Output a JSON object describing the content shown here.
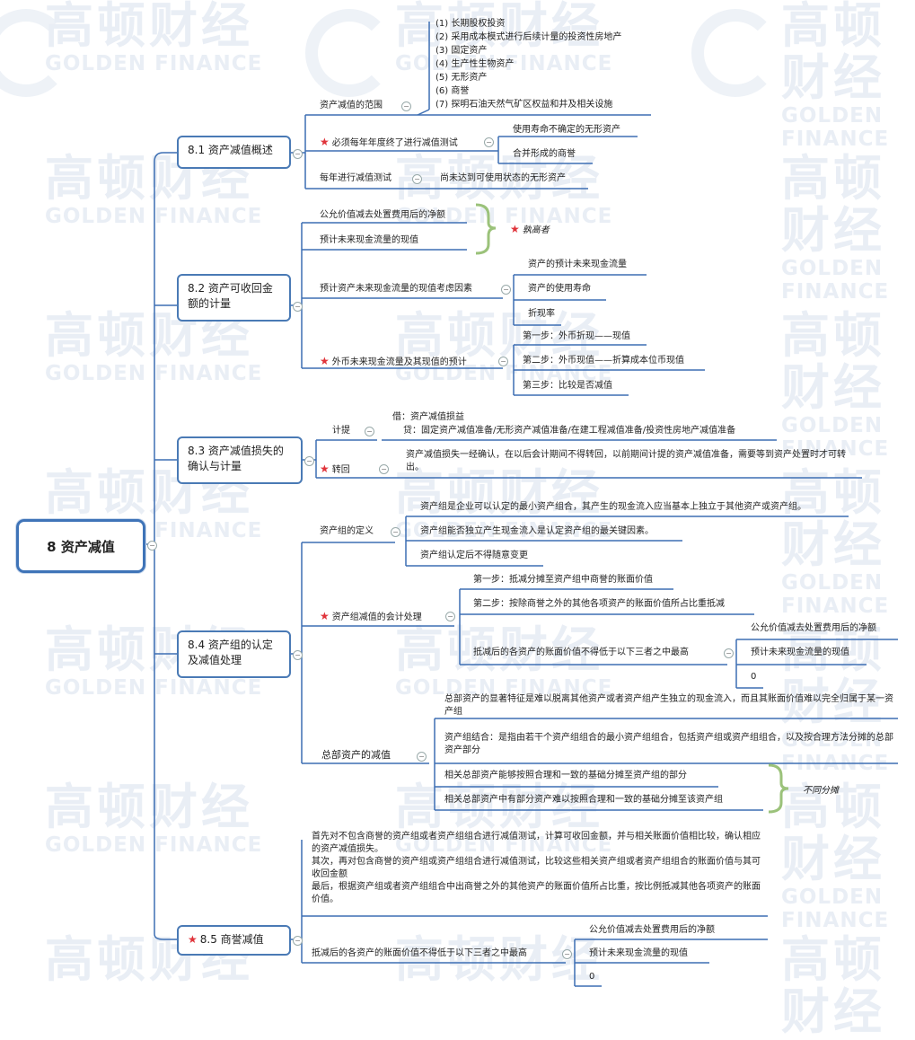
{
  "watermark": {
    "cn": "高顿财经",
    "en": "GOLDEN FINANCE"
  },
  "root": "8 资产减值",
  "s81": {
    "title": "8.1 资产减值概述",
    "scope": "资产减值的范围",
    "items": [
      "(1) 长期股权投资",
      "(2) 采用成本模式进行后续计量的投资性房地产",
      "(3) 固定资产",
      "(4) 生产性生物资产",
      "(5) 无形资产",
      "(6) 商誉",
      "(7) 探明石油天然气矿区权益和井及相关设施"
    ],
    "annual_must": "必须每年年度终了进行减值测试",
    "annual_items": [
      "使用寿命不确定的无形资产",
      "合并形成的商誉"
    ],
    "annual_test": "每年进行减值测试",
    "annual_test_item": "尚未达到可使用状态的无形资产"
  },
  "s82": {
    "title": "8.2 资产可收回金额的计量",
    "fair": "公允价值减去处置费用后的净额",
    "pv": "预计未来现金流量的现值",
    "higher": "孰高者",
    "factors": "预计资产未来现金流量的现值考虑因素",
    "factor_items": [
      "资产的预计未来现金流量",
      "资产的使用寿命",
      "折现率"
    ],
    "fx": "外币未来现金流量及其现值的预计",
    "fx_steps": [
      "第一步：外币折现——现值",
      "第二步：外币现值——折算成本位币现值",
      "第三步：比较是否减值"
    ]
  },
  "s83": {
    "title": "8.3 资产减值损失的确认与计量",
    "accrue": "计提",
    "debit": "借：资产减值损益",
    "credit": "贷：固定资产减值准备/无形资产减值准备/在建工程减值准备/投资性房地产减值准备",
    "reverse": "转回",
    "reverse_text": "资产减值损失一经确认，在以后会计期间不得转回，以前期间计提的资产减值准备，需要等到资产处置时才可转出。"
  },
  "s84": {
    "title": "8.4 资产组的认定及减值处理",
    "def": "资产组的定义",
    "def_items": [
      "资产组是企业可以认定的最小资产组合，其产生的现金流入应当基本上独立于其他资产或资产组。",
      "资产组能否独立产生现金流入是认定资产组的最关键因素。",
      "资产组认定后不得随意变更"
    ],
    "acct": "资产组减值的会计处理",
    "step1": "第一步：抵减分摊至资产组中商誉的账面价值",
    "step2": "第二步：按除商誉之外的其他各项资产的账面价值所占比重抵减",
    "floor": "抵减后的各资产的账面价值不得低于以下三者之中最高",
    "floor_items": [
      "公允价值减去处置费用后的净额",
      "预计未来现金流量的现值",
      "0"
    ],
    "hq": "总部资产的减值",
    "hq_items": [
      "总部资产的显著特征是难以脱离其他资产或者资产组产生独立的现金流入，而且其账面价值难以完全归属于某一资产组",
      "资产组结合：是指由若干个资产组组合的最小资产组组合，包括资产组或资产组组合，以及按合理方法分摊的总部资产部分",
      "相关总部资产能够按照合理和一致的基础分摊至资产组的部分",
      "相关总部资产中有部分资产难以按照合理和一致的基础分摊至该资产组"
    ],
    "diff": "不同分摊"
  },
  "s85": {
    "title": "8.5 商誉减值",
    "desc": "首先对不包含商誉的资产组或者资产组组合进行减值测试，计算可收回金额，并与相关账面价值相比较，确认相应的资产减值损失。\n其次，再对包含商誉的资产组或资产组组合进行减值测试，比较这些相关资产组或者资产组组合的账面价值与其可收回金额\n最后，根据资产组或者资产组组合中出商誉之外的其他资产的账面价值所占比重，按比例抵减其他各项资产的账面价值。",
    "floor": "抵减后的各资产的账面价值不得低于以下三者之中最高",
    "floor_items": [
      "公允价值减去处置费用后的净额",
      "预计未来现金流量的现值",
      "0"
    ]
  },
  "colors": {
    "line": "#3d6fb3",
    "box": "#4a7ab5",
    "star": "#e0333a",
    "brace": "#9bc27a"
  }
}
